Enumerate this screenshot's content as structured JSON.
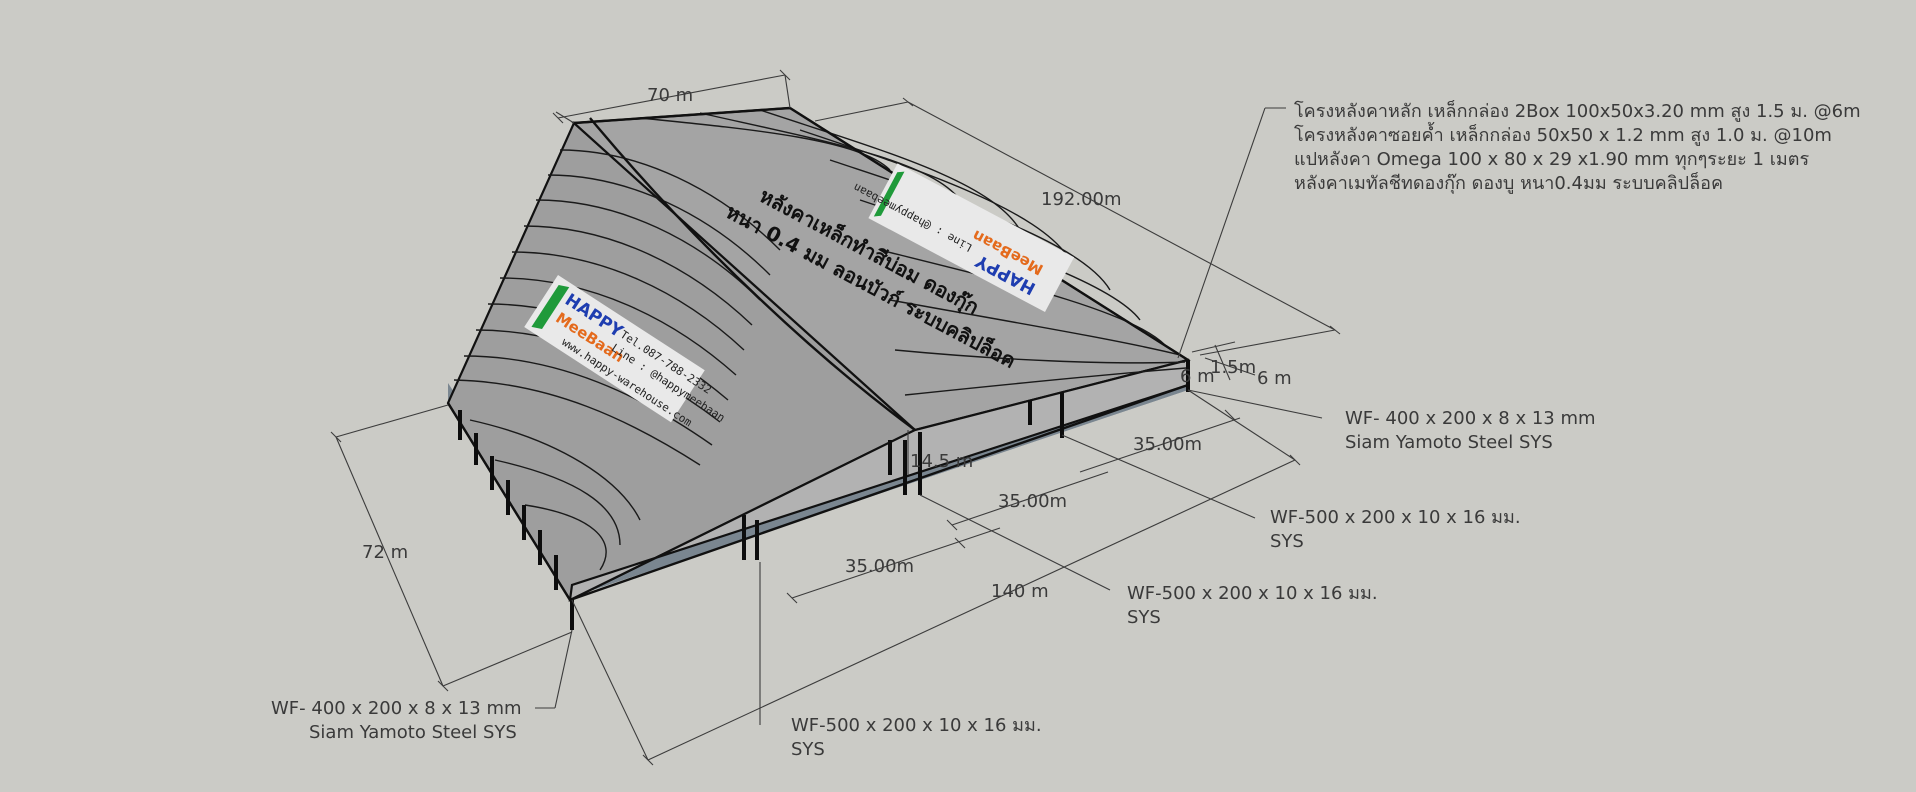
{
  "dimensions": {
    "width_top": "70 m",
    "length_diag": "192.00m",
    "right_small_a": "1.5m",
    "right_small_b": "6 m",
    "right_small_c": "6 m",
    "span_1": "35.00m",
    "span_2": "35.00m",
    "span_3": "35.00m",
    "height": "14.5 m",
    "length_bottom": "140 m",
    "width_left": "72 m"
  },
  "notes": {
    "roof_spec": [
      "โครงหลังคาหลัก เหล็กกล่อง 2Box 100x50x3.20 mm สูง 1.5 ม. @6m",
      "โครงหลังคาซอยค้ำ เหล็กกล่อง 50x50 x 1.2 mm สูง 1.0 ม. @10m",
      "แปหลังคา Omega 100 x 80 x 29 x1.90 mm  ทุกๆระยะ 1 เมตร",
      "หลังคาเมทัลชีทดองกุ๊ก ดองบู หนา0.4มม ระบบคลิปล็อค"
    ],
    "wf_right_1": "WF- 400 x 200 x 8 x 13 mm",
    "wf_right_2": "Siam Yamoto Steel  SYS",
    "wf500_a_1": "WF-500 x 200 x 10 x 16 มม.",
    "wf500_a_2": "SYS",
    "wf500_b_1": "WF-500 x 200 x 10 x 16 มม.",
    "wf500_b_2": "SYS",
    "wf500_c_1": "WF-500 x 200 x 10 x 16 มม.",
    "wf500_c_2": "SYS",
    "wf_left_1": "WF- 400 x 200 x 8 x 13 mm",
    "wf_left_2": "Siam Yamoto Steel  SYS"
  },
  "banner": {
    "brand_1": "HAPPY",
    "brand_2": "MeeBaan",
    "line": "Line : @happymeebaan",
    "web": "www.happy-warehouse.com",
    "tel": "Tel.087-788-2332"
  },
  "roof_lettering": {
    "line1": "หลังคาเหล็กทำสีบ่อม ดองกุ๊ก",
    "line2": "หนา 0.4 มม ลอนบัวก์ ระบบคลิปล็อค"
  },
  "colors": {
    "background": "#cbcbc6",
    "roof": "#a4a4a4",
    "wall": "#7a8690",
    "banner_blue": "#1e3db0",
    "banner_orange": "#e46a1c",
    "banner_green": "#1f9a3a"
  }
}
